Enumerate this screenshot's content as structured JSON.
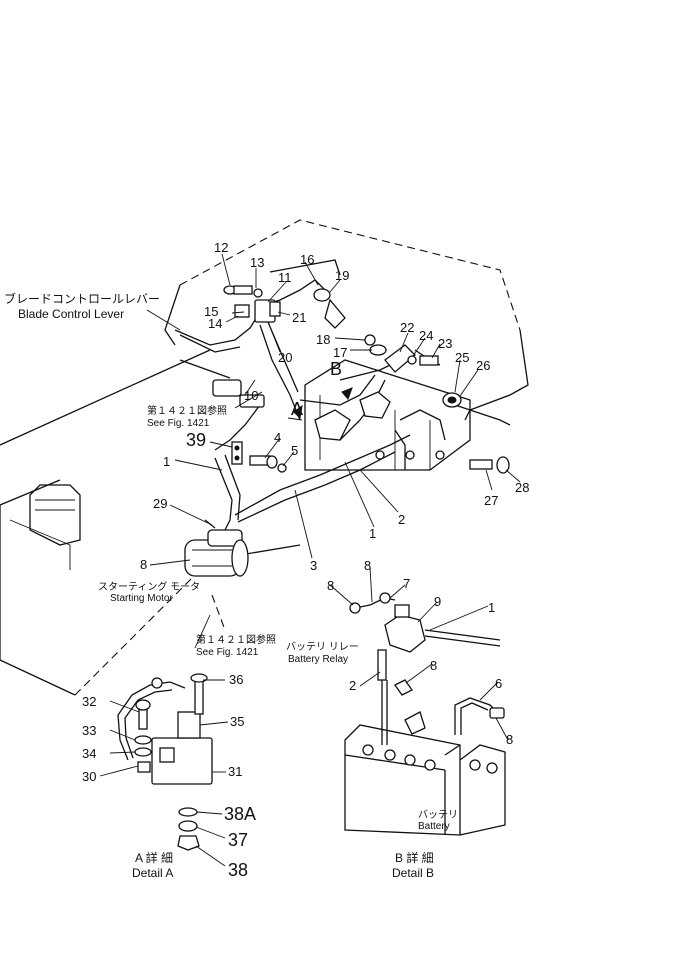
{
  "labels": {
    "blade_jp": "ブレードコントロールレバー",
    "blade_en": "Blade Control Lever",
    "see_fig_jp_1": "第１４２１図参照",
    "see_fig_en_1": "See Fig. 1421",
    "see_fig_jp_2": "第１４２１図参照",
    "see_fig_en_2": "See Fig. 1421",
    "starting_motor_jp": "スターティング モータ",
    "starting_motor_en": "Starting Motor",
    "battery_relay_jp": "バッテリ リレー",
    "battery_relay_en": "Battery Relay",
    "battery_jp": "バッテリ",
    "battery_en": "Battery",
    "detail_a_jp": "A 詳 細",
    "detail_a_en": "Detail A",
    "detail_b_jp": "B 詳 細",
    "detail_b_en": "Detail B",
    "view_a": "A",
    "view_b": "B"
  },
  "callouts": {
    "n1a": "1",
    "n1b": "1",
    "n1c": "1",
    "n2a": "2",
    "n2b": "2",
    "n3": "3",
    "n4": "4",
    "n5": "5",
    "n6": "6",
    "n7": "7",
    "n8a": "8",
    "n8b": "8",
    "n8c": "8",
    "n8d": "8",
    "n8e": "8",
    "n9": "9",
    "n10": "10",
    "n11": "11",
    "n12": "12",
    "n13": "13",
    "n14": "14",
    "n15": "15",
    "n16": "16",
    "n17": "17",
    "n18": "18",
    "n19": "19",
    "n20": "20",
    "n21": "21",
    "n22": "22",
    "n23": "23",
    "n24": "24",
    "n25": "25",
    "n26": "26",
    "n27": "27",
    "n28": "28",
    "n29": "29",
    "n30": "30",
    "n31": "31",
    "n32": "32",
    "n33": "33",
    "n34": "34",
    "n35": "35",
    "n36": "36",
    "n37": "37",
    "n38": "38",
    "n38a": "38A",
    "n39": "39"
  }
}
